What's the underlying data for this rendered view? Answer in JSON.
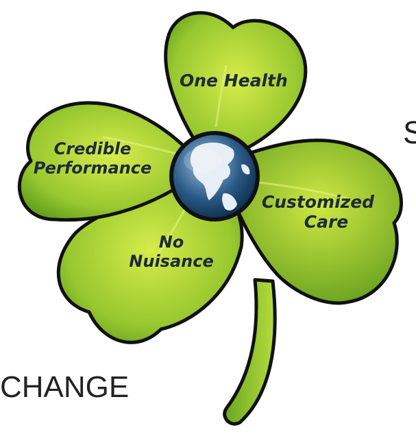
{
  "leaves": {
    "top": "One Health",
    "left_line1": "Credible",
    "left_line2": "Performance",
    "right_line1": "Customized",
    "right_line2": "Care",
    "bottom_line1": "No",
    "bottom_line2": "Nuisance"
  },
  "background_text": {
    "fragment_top": "S",
    "fragment_bottom": "CHANGE"
  },
  "colors": {
    "leaf_light": "#d6ec4a",
    "leaf_dark": "#5f9b1c",
    "outline": "#111111",
    "globe_ocean": "#2a5a86",
    "globe_land": "#e8eef5"
  },
  "center_icon": "globe-icon"
}
